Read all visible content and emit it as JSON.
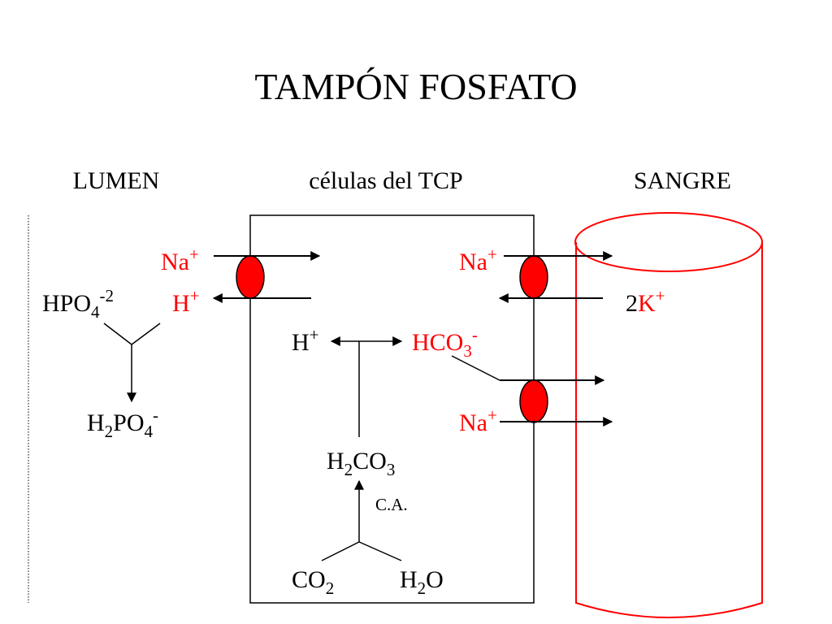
{
  "title": "TAMPÓN FOSFATO",
  "headers": {
    "lumen": "LUMEN",
    "cells": "células del TCP",
    "blood": "SANGRE"
  },
  "labels": {
    "na_lumen": {
      "base": "Na",
      "sup": "+"
    },
    "h_lumen": {
      "base": "H",
      "sup": "+"
    },
    "hpo4": {
      "base": "HPO",
      "sub": "4",
      "sup": "-2"
    },
    "h2po4": {
      "pre": "H",
      "sub1": "2",
      "mid": "PO",
      "sub2": "4",
      "sup": "-"
    },
    "h_cell": {
      "base": "H",
      "sup": "+"
    },
    "hco3": {
      "base": "HCO",
      "sub": "3",
      "sup": "-"
    },
    "na_blood_top": {
      "base": "Na",
      "sup": "+"
    },
    "k_blood": {
      "coef": "2",
      "base": "K",
      "sup": "+"
    },
    "na_blood_bottom": {
      "base": "Na",
      "sup": "+"
    },
    "h2co3": {
      "pre": "H",
      "sub1": "2",
      "mid": "CO",
      "sub2": "3"
    },
    "ca": "C.A.",
    "co2": {
      "base": "CO",
      "sub": "2"
    },
    "h2o": {
      "pre": "H",
      "sub": "2",
      "post": "O"
    }
  },
  "colors": {
    "accent": "#ff0000",
    "text": "#000000",
    "transporter": "#ff0000"
  }
}
